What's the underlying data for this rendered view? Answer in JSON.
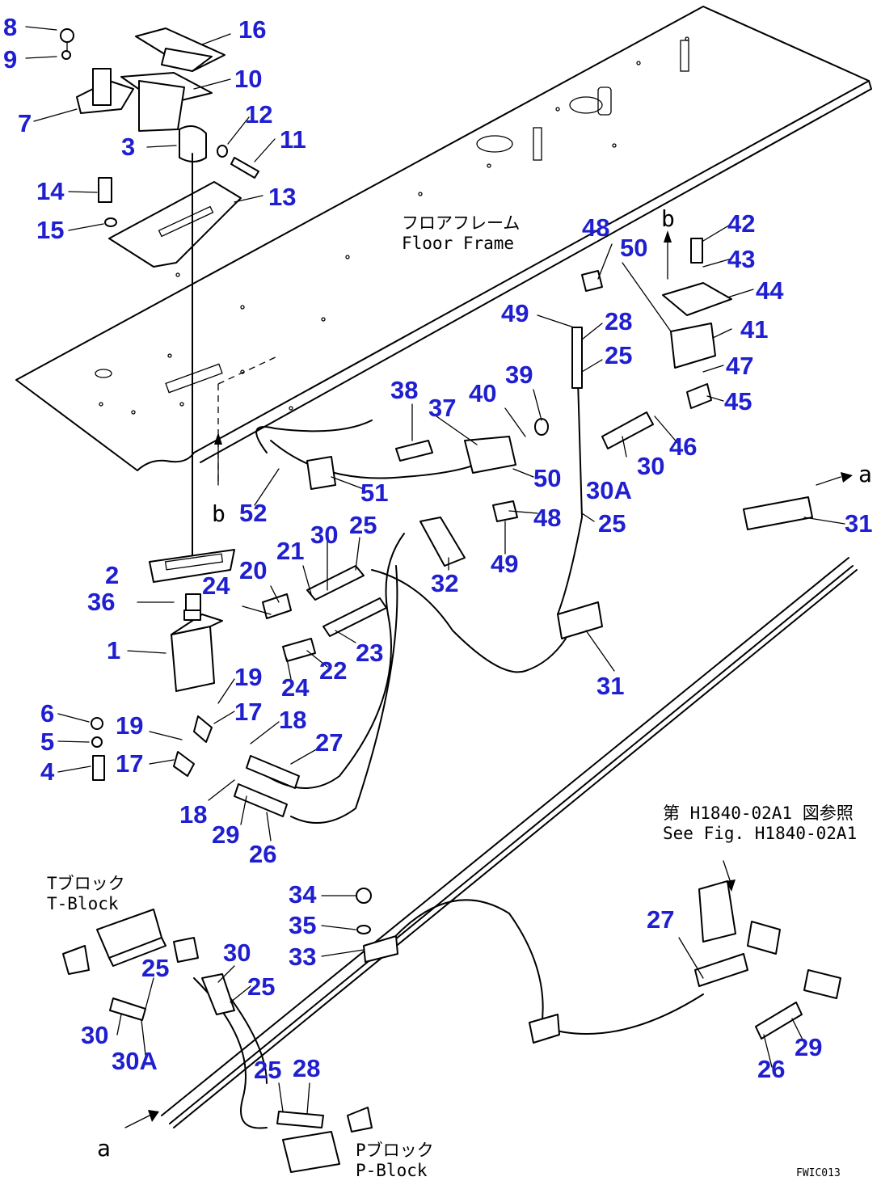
{
  "callouts": [
    "8",
    "9",
    "16",
    "10",
    "7",
    "3",
    "12",
    "11",
    "14",
    "13",
    "15",
    "42",
    "43",
    "44",
    "41",
    "47",
    "45",
    "46",
    "48",
    "50",
    "49",
    "28",
    "25",
    "39",
    "40",
    "37",
    "38",
    "30",
    "30A",
    "50",
    "48",
    "25",
    "31",
    "52",
    "51",
    "2",
    "36",
    "24",
    "20",
    "21",
    "30",
    "25",
    "32",
    "49",
    "1",
    "23",
    "22",
    "24",
    "19",
    "31",
    "17",
    "18",
    "19",
    "17",
    "27",
    "6",
    "5",
    "4",
    "18",
    "29",
    "26",
    "34",
    "35",
    "33",
    "30",
    "25",
    "30",
    "30A",
    "25",
    "28",
    "27",
    "29",
    "26"
  ],
  "notes": {
    "floor_frame_jp": "フロアフレーム",
    "floor_frame_en": "Floor Frame",
    "see_fig_jp": "第 H1840-02A1 図参照",
    "see_fig_en": "See Fig. H1840-02A1",
    "t_block_jp": "Tブロック",
    "t_block_en": "T-Block",
    "p_block_jp": "Pブロック",
    "p_block_en": "P-Block",
    "ref_b_upper": "b",
    "ref_b_lower": "b",
    "ref_a_right": "a",
    "ref_a_left": "a",
    "figure_id": "FWIC013"
  }
}
